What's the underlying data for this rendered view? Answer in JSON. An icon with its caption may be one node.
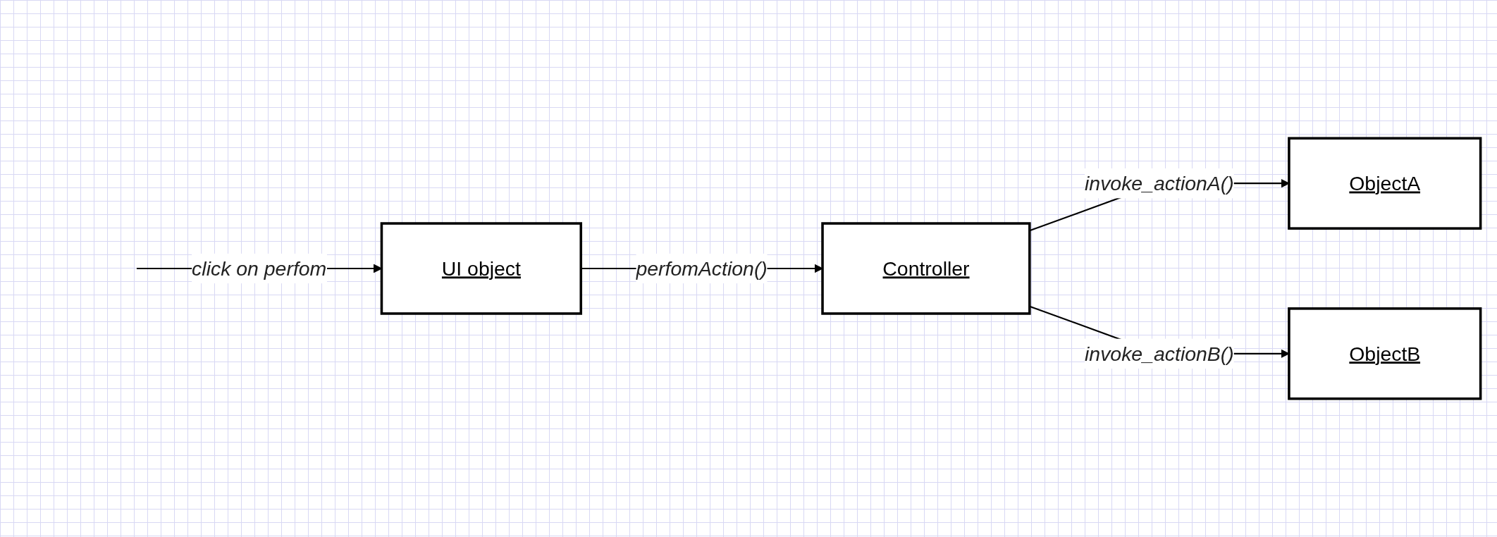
{
  "diagram": {
    "nodes": [
      {
        "text": [
          "UI object"
        ]
      },
      {
        "text": [
          "Controller"
        ]
      },
      {
        "text": [
          "ObjectA"
        ]
      },
      {
        "text": [
          "ObjectB"
        ]
      }
    ],
    "edges": [
      {
        "from": null,
        "to": 0,
        "label": "click on perfom",
        "arrow": "to"
      },
      {
        "from": 0,
        "to": 1,
        "label": "perfomAction()",
        "arrow": "to"
      },
      {
        "from": 1,
        "to": 2,
        "label": "invoke_actionA()",
        "arrow": "to"
      },
      {
        "from": 1,
        "to": 3,
        "label": "invoke_actionB()",
        "arrow": "to"
      }
    ]
  }
}
